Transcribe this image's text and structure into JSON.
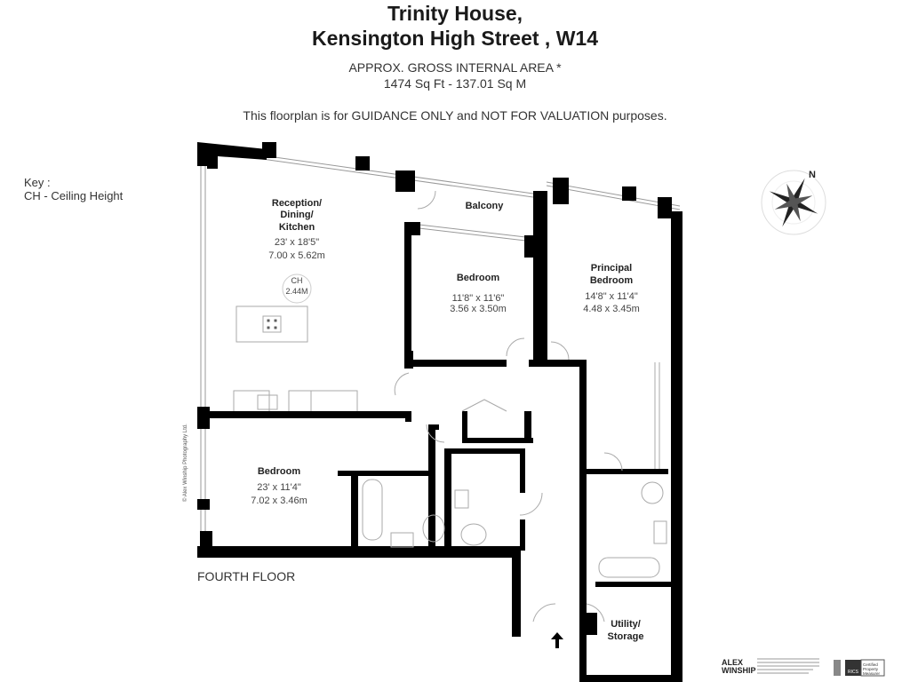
{
  "header": {
    "title_line1": "Trinity House,",
    "title_line2": "Kensington High Street , W14",
    "area_label": "APPROX. GROSS INTERNAL  AREA *",
    "area_value": "1474 Sq Ft  -  137.01 Sq M",
    "disclaimer": "This floorplan is for GUIDANCE ONLY and NOT FOR VALUATION purposes."
  },
  "key": {
    "title": "Key :",
    "item": "CH - Ceiling Height"
  },
  "rooms": {
    "reception": {
      "name1": "Reception/",
      "name2": "Dining/",
      "name3": "Kitchen",
      "imperial": "23' x 18'5\"",
      "metric": "7.00 x 5.62m",
      "ch_label": "CH",
      "ch_value": "2.44M"
    },
    "balcony": {
      "name": "Balcony"
    },
    "bedroom2": {
      "name": "Bedroom",
      "imperial": "11'8\" x 11'6\"",
      "metric": "3.56 x 3.50m"
    },
    "principal": {
      "name1": "Principal",
      "name2": "Bedroom",
      "imperial": "14'8\" x 11'4\"",
      "metric": "4.48 x 3.45m"
    },
    "bedroom3": {
      "name": "Bedroom",
      "imperial": "23' x 11'4\"",
      "metric": "7.02 x 3.46m"
    },
    "utility": {
      "name1": "Utility/",
      "name2": "Storage"
    }
  },
  "floor_label": "FOURTH FLOOR",
  "copyright": "© Alex Winship Photography Ltd.",
  "compass": {
    "north": "N",
    "icon": "compass-rose-icon"
  },
  "footer": {
    "logo": "ALEX WINSHIP",
    "badge": "Certified Property Measurer",
    "badge_org": "RICS"
  },
  "colors": {
    "wall": "#000000",
    "fixture": "#bbbbbb"
  }
}
